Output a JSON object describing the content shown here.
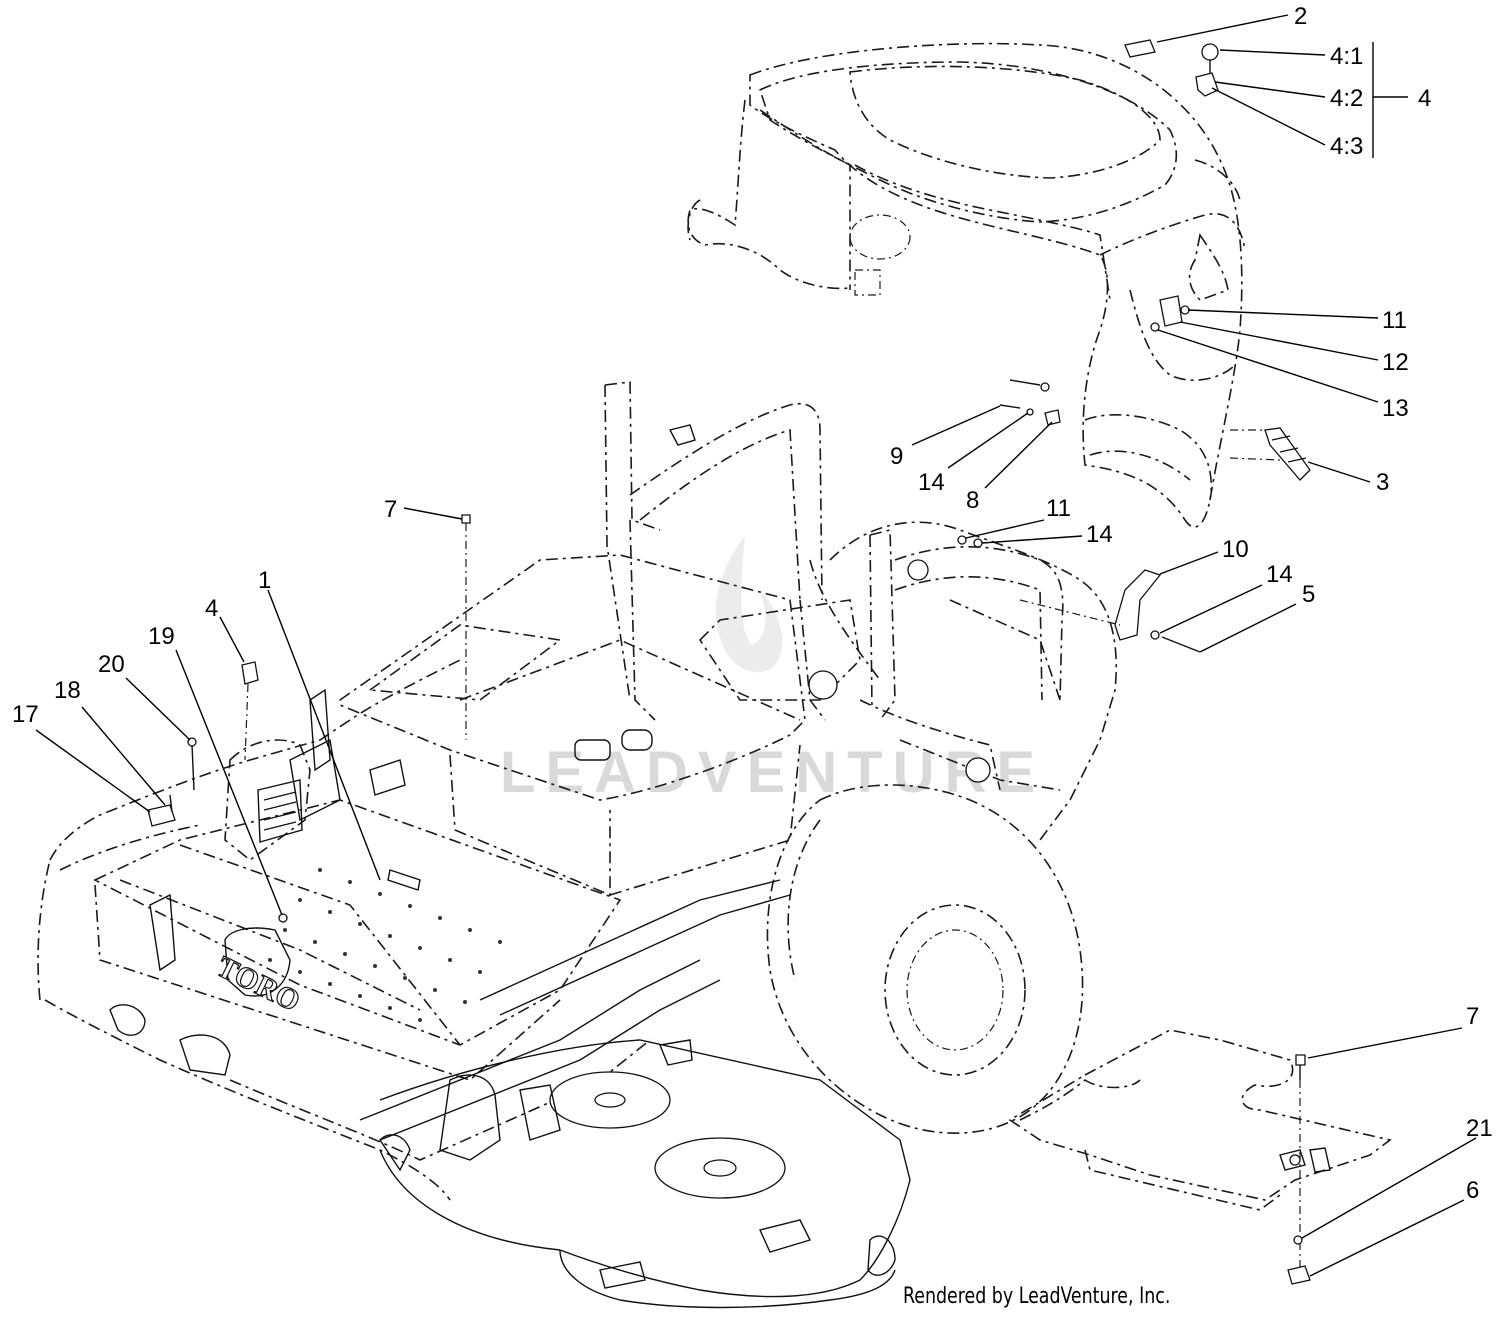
{
  "diagram": {
    "credit": "Rendered by LeadVenture, Inc.",
    "watermark": "LEADVENTURE",
    "brand_logo": "TORO",
    "callouts": [
      {
        "id": "c2",
        "label": "2"
      },
      {
        "id": "c41",
        "label": "4:1"
      },
      {
        "id": "c42",
        "label": "4:2"
      },
      {
        "id": "c43",
        "label": "4:3"
      },
      {
        "id": "c4a",
        "label": "4"
      },
      {
        "id": "c11a",
        "label": "11"
      },
      {
        "id": "c12",
        "label": "12"
      },
      {
        "id": "c13",
        "label": "13"
      },
      {
        "id": "c9",
        "label": "9"
      },
      {
        "id": "c14a",
        "label": "14"
      },
      {
        "id": "c8",
        "label": "8"
      },
      {
        "id": "c3",
        "label": "3"
      },
      {
        "id": "c7a",
        "label": "7"
      },
      {
        "id": "c11b",
        "label": "11"
      },
      {
        "id": "c14b",
        "label": "14"
      },
      {
        "id": "c10",
        "label": "10"
      },
      {
        "id": "c14c",
        "label": "14"
      },
      {
        "id": "c5",
        "label": "5"
      },
      {
        "id": "c1",
        "label": "1"
      },
      {
        "id": "c4b",
        "label": "4"
      },
      {
        "id": "c19",
        "label": "19"
      },
      {
        "id": "c20",
        "label": "20"
      },
      {
        "id": "c18",
        "label": "18"
      },
      {
        "id": "c17",
        "label": "17"
      },
      {
        "id": "c7b",
        "label": "7"
      },
      {
        "id": "c21",
        "label": "21"
      },
      {
        "id": "c6",
        "label": "6"
      }
    ]
  }
}
